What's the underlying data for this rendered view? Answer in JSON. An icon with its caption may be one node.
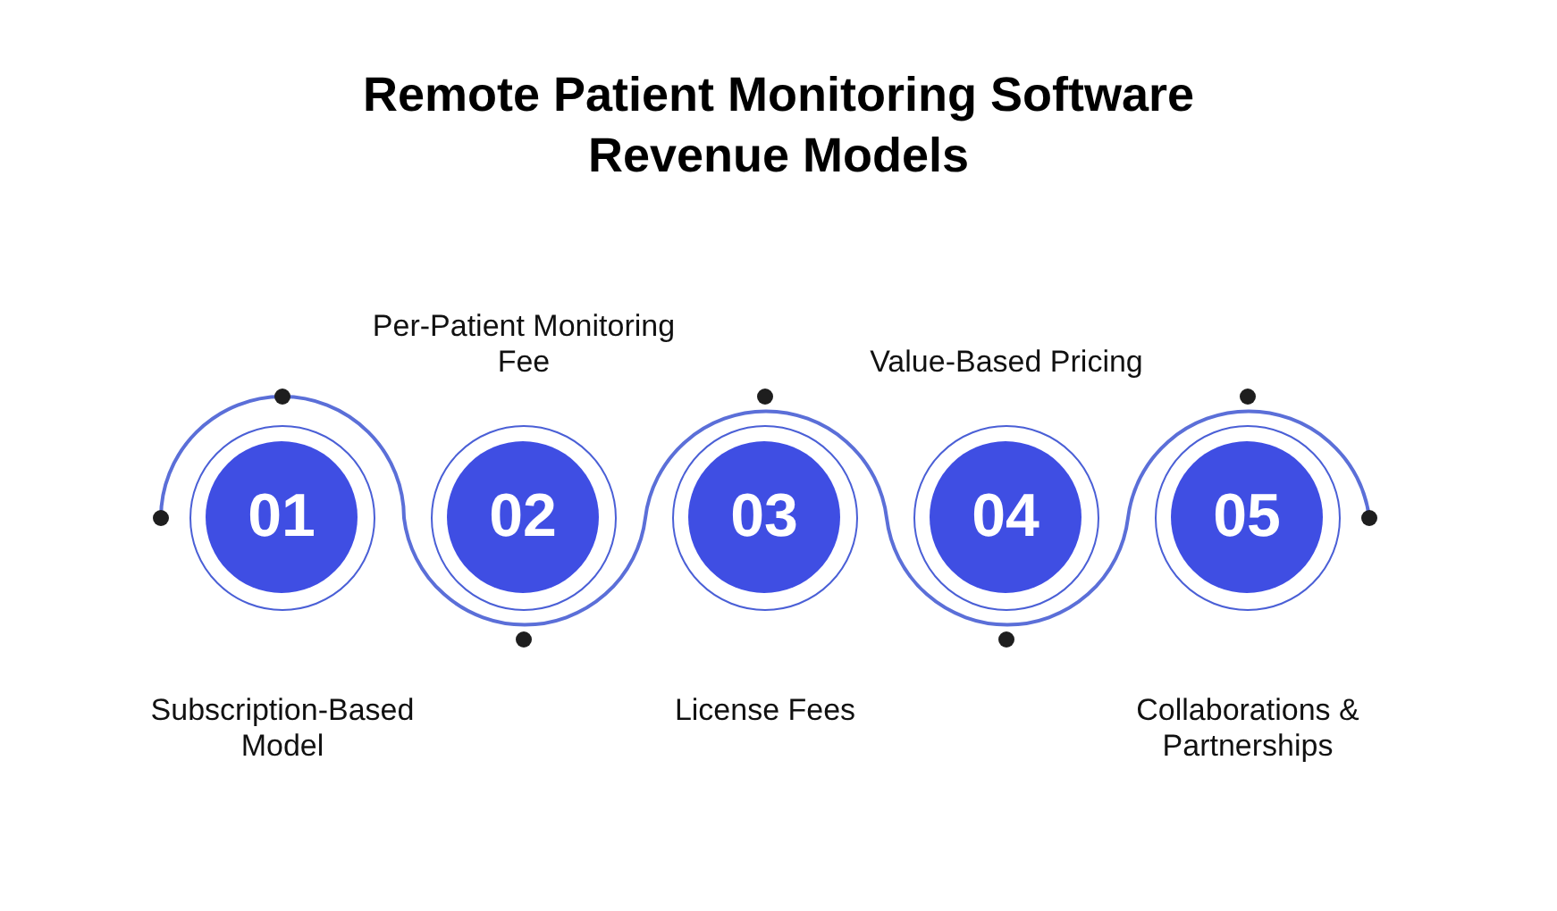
{
  "diagram": {
    "title": "Remote Patient Monitoring Software Revenue Models",
    "nodes": [
      {
        "text": [
          "01"
        ],
        "beside": [
          "Subscription-Based Model"
        ]
      },
      {
        "text": [
          "02"
        ],
        "beside": [
          "Per-Patient Monitoring Fee"
        ]
      },
      {
        "text": [
          "03"
        ],
        "beside": [
          "License Fees"
        ]
      },
      {
        "text": [
          "04"
        ],
        "beside": [
          "Value-Based Pricing"
        ]
      },
      {
        "text": [
          "05"
        ],
        "beside": [
          "Collaborations & Partnerships"
        ]
      }
    ]
  }
}
